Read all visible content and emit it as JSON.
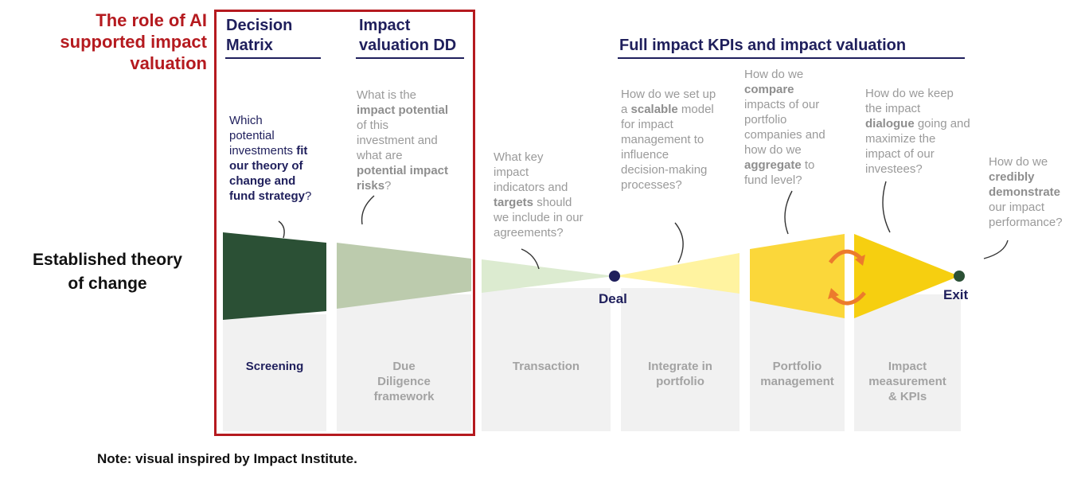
{
  "side_title": [
    "The role of AI",
    "supported impact",
    "valuation"
  ],
  "established": [
    "Established theory",
    "of change"
  ],
  "headers": {
    "decision_matrix": [
      "Decision",
      "Matrix"
    ],
    "impact_valuation": [
      "Impact",
      "valuation DD"
    ],
    "full_impact": "Full impact KPIs and impact valuation"
  },
  "questions": {
    "screening": {
      "t1": "Which",
      "t2": "potential",
      "t3": "investments ",
      "b1": "fit",
      "b2": "our theory of",
      "b3": "change and",
      "b4": "fund strategy",
      "end": "?"
    },
    "due_diligence": {
      "t1": "What is the",
      "b1": "impact potential",
      "t2": "of this",
      "t3": "investment and",
      "t4": "what are",
      "b2": "potential impact",
      "b3": "risks",
      "end": "?"
    },
    "transaction": {
      "t1": "What key",
      "t2": "impact",
      "t3": "indicators and",
      "b1": "targets",
      "t4": " should",
      "t5": "we include in our",
      "t6": "agreements?"
    },
    "integrate": {
      "t1": "How do we set up",
      "t2": "a ",
      "b1": "scalable",
      "t3": " model",
      "t4": "for impact",
      "t5": "management to",
      "t6": "influence",
      "t7": "decision-making",
      "t8": "processes?"
    },
    "portfolio": {
      "t1": "How do we",
      "b1": "compare",
      "t2": "impacts of our",
      "t3": "portfolio",
      "t4": "companies and",
      "t5": "how do we",
      "b2": "aggregate",
      "t6": " to",
      "t7": "fund level?"
    },
    "kpis": {
      "t1": "How do we keep",
      "t2": "the impact",
      "b1": "dialogue",
      "t3": " going and",
      "t4": "maximize the",
      "t5": "impact of our",
      "t6": "investees?"
    },
    "exit": {
      "t1": "How do we",
      "b1": "credibly",
      "b2": "demonstrate",
      "t2": "our impact",
      "t3": "performance?"
    }
  },
  "stages": {
    "screening": [
      "Screening"
    ],
    "due_diligence": [
      "Due",
      "Diligence",
      "framework"
    ],
    "transaction": [
      "Transaction"
    ],
    "integrate": [
      "Integrate in",
      "portfolio"
    ],
    "portfolio": [
      "Portfolio",
      "management"
    ],
    "kpis": [
      "Impact",
      "measurement",
      "& KPIs"
    ]
  },
  "markers": {
    "deal": "Deal",
    "exit": "Exit"
  },
  "note": "Note: visual inspired by Impact Institute.",
  "colors": {
    "red": "#b51a1f",
    "navy": "#1f1f5c",
    "screening": "#2b5035",
    "due_diligence": "#bccbad",
    "transaction": "#dcebd0",
    "integrate": "#fff3a0",
    "portfolio": "#fbd73a",
    "kpis": "#f6cf10",
    "arrows": "#ec7b2c"
  }
}
